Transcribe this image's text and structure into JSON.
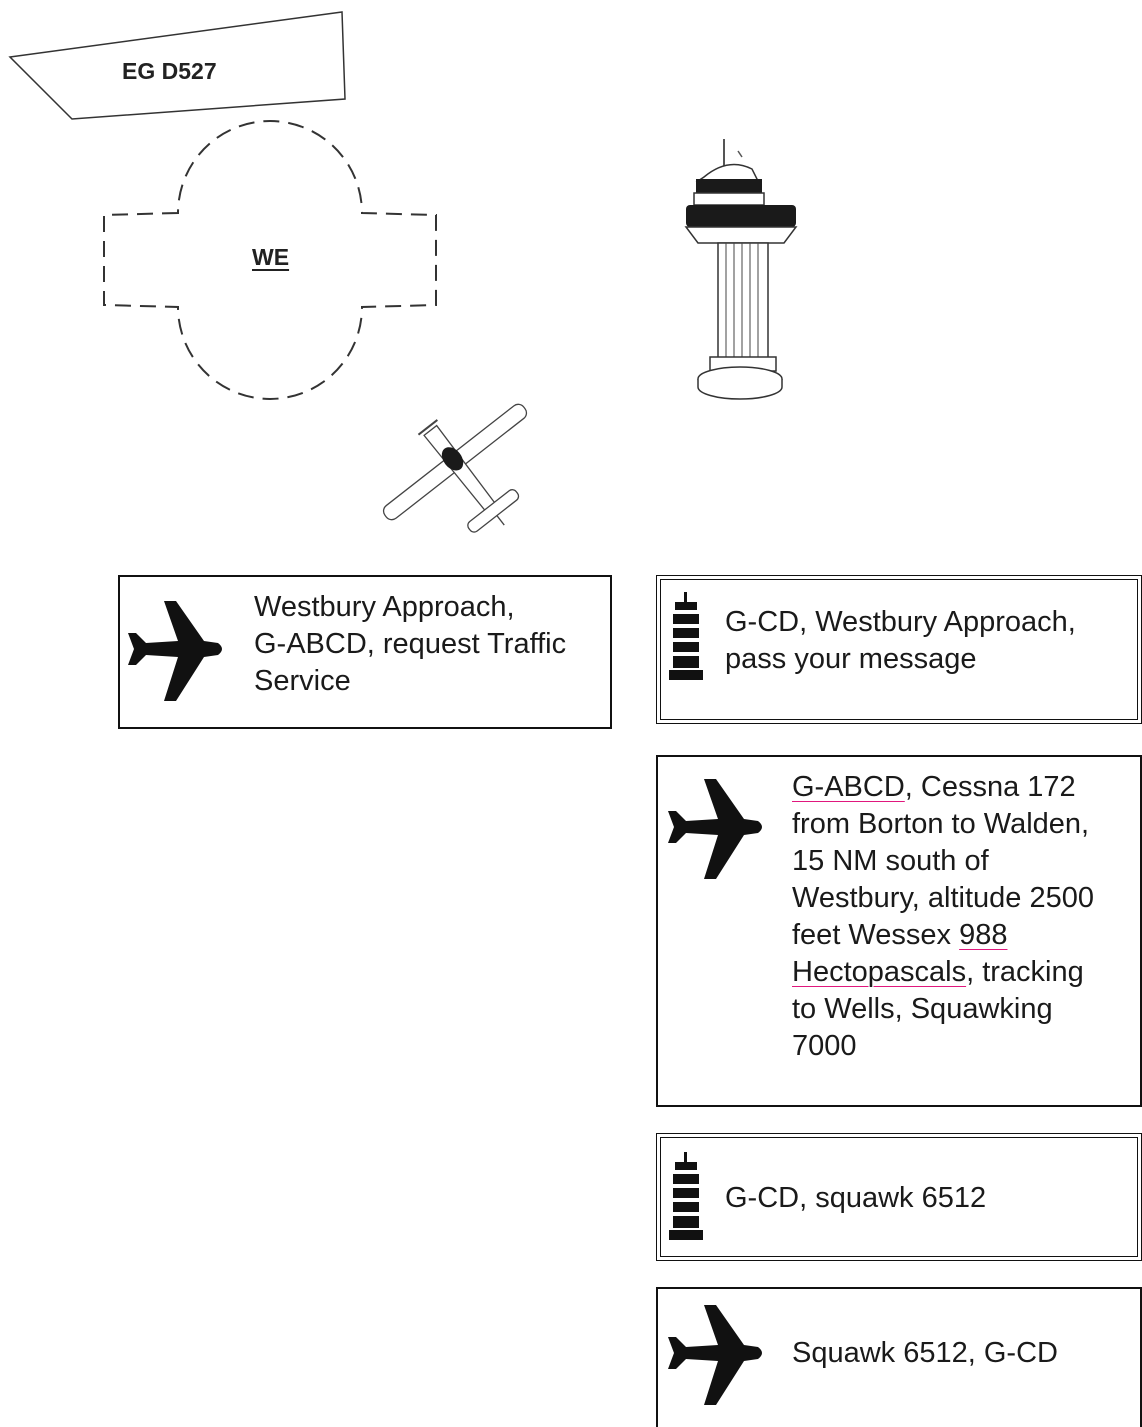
{
  "map": {
    "danger_area_label": "EG D527",
    "aerodrome_label": "WE"
  },
  "icons": {
    "aircraft": "aircraft-silhouette-icon",
    "tower": "control-tower-icon"
  },
  "colors": {
    "underline": "#e0177d",
    "ink": "#111111"
  },
  "messages": [
    {
      "speaker": "pilot",
      "lines": [
        "Westbury Approach,",
        "G-ABCD, request Traffic",
        "Service"
      ]
    },
    {
      "speaker": "atc",
      "lines": [
        "G-CD, Westbury Approach,",
        "pass your message"
      ]
    },
    {
      "speaker": "pilot",
      "callsign": "G-ABCD",
      "line1_rest": ", Cessna 172",
      "line2": "from Borton to Walden,",
      "line3": "15 NM south of",
      "line4": "Westbury, altitude 2500",
      "line5_pre": "feet Wessex ",
      "pressure_value": "988",
      "pressure_unit": "Hectopascals",
      "line6_rest": ", tracking",
      "line7": "to Wells, Squawking",
      "line8": "7000"
    },
    {
      "speaker": "atc",
      "lines": [
        "G-CD, squawk 6512"
      ]
    },
    {
      "speaker": "pilot",
      "lines": [
        "Squawk 6512, G-CD"
      ]
    }
  ]
}
